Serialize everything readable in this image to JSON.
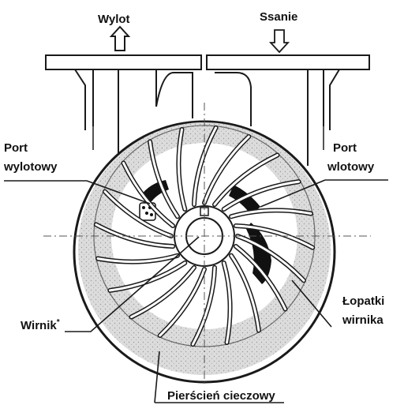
{
  "labels": {
    "outlet": "Wylot",
    "suction": "Ssanie",
    "outlet_port_line1": "Port",
    "outlet_port_line2": "wylotowy",
    "inlet_port_line1": "Port",
    "inlet_port_line2": "wlotowy",
    "impeller": "Wirnik",
    "impeller_mark": "*",
    "blades_line1": "Łopatki",
    "blades_line2": "wirnika",
    "liquid_ring": "Pierścień cieczowy"
  },
  "colors": {
    "ink": "#1a1a1a",
    "liquid": "#dcdcdc",
    "port": "#111111",
    "background": "#ffffff"
  },
  "icons": {
    "outlet_arrow": "arrow-up-icon",
    "suction_arrow": "arrow-down-icon"
  },
  "impeller": {
    "blade_count": 20
  }
}
